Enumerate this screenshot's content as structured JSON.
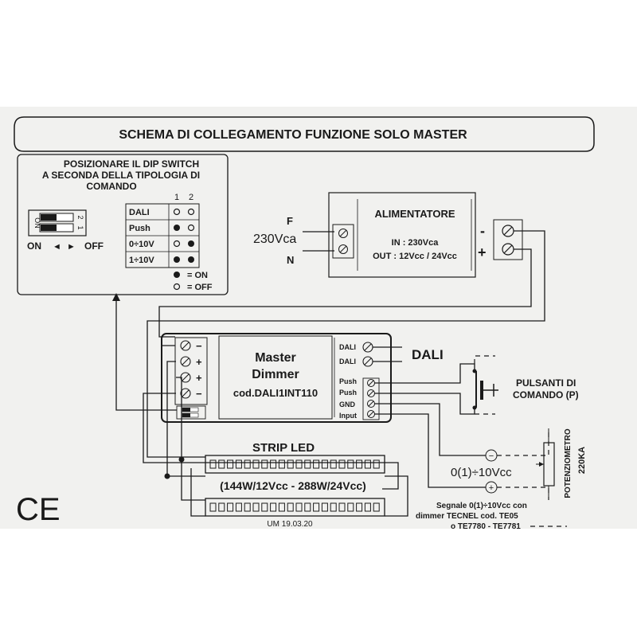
{
  "title": "SCHEMA DI COLLEGAMENTO FUNZIONE SOLO MASTER",
  "dip_box": {
    "instructions": [
      "POSIZIONARE IL DIP SWITCH",
      "A SECONDA DELLA TIPOLOGIA DI",
      "COMANDO"
    ],
    "switch_numbers": [
      "2",
      "1"
    ],
    "switch_on_label": "ON",
    "on_label": "ON",
    "off_label": "OFF",
    "on_arrow": "◄",
    "off_arrow": "►",
    "col_headers": [
      "1",
      "2"
    ],
    "rows": [
      {
        "label": "DALI",
        "s1": "off",
        "s2": "off"
      },
      {
        "label": "Push",
        "s1": "on",
        "s2": "off"
      },
      {
        "label": "0÷10V",
        "s1": "off",
        "s2": "on"
      },
      {
        "label": "1÷10V",
        "s1": "on",
        "s2": "on"
      }
    ],
    "legend_on": "= ON",
    "legend_off": "= OFF"
  },
  "mains": {
    "phase": "F",
    "voltage": "230Vca",
    "neutral": "N"
  },
  "psu": {
    "title": "ALIMENTATORE",
    "input": "IN : 230Vca",
    "output": "OUT : 12Vcc / 24Vcc",
    "minus": "-",
    "plus": "+"
  },
  "dimmer": {
    "name_line1": "Master",
    "name_line2": "Dimmer",
    "code": "cod.DALI1INT110",
    "left_terminals": [
      "−",
      "+",
      "+",
      "−"
    ],
    "right_terminals": [
      "DALI",
      "DALI",
      "Push",
      "Push",
      "GND",
      "Input"
    ]
  },
  "dali_label": "DALI",
  "buttons": {
    "line1": "PULSANTI DI",
    "line2": "COMANDO (P)"
  },
  "control_signal": {
    "range": "0(1)÷10Vcc",
    "minus": "−",
    "plus": "+",
    "note": [
      "Segnale 0(1)÷10Vcc con",
      "dimmer TECNEL cod. TE05",
      "o TE7780 - TE7781"
    ]
  },
  "potentiometer": {
    "label": "POTENZIOMETRO",
    "value": "220KA"
  },
  "strip": {
    "title": "STRIP LED",
    "power": "(144W/12Vcc - 288W/24Vcc)"
  },
  "revision": "UM 19.03.20",
  "ce_mark": "CE",
  "colors": {
    "sheet": "#f1f1ef",
    "ink": "#1a1a1a",
    "background": "#ffffff"
  }
}
